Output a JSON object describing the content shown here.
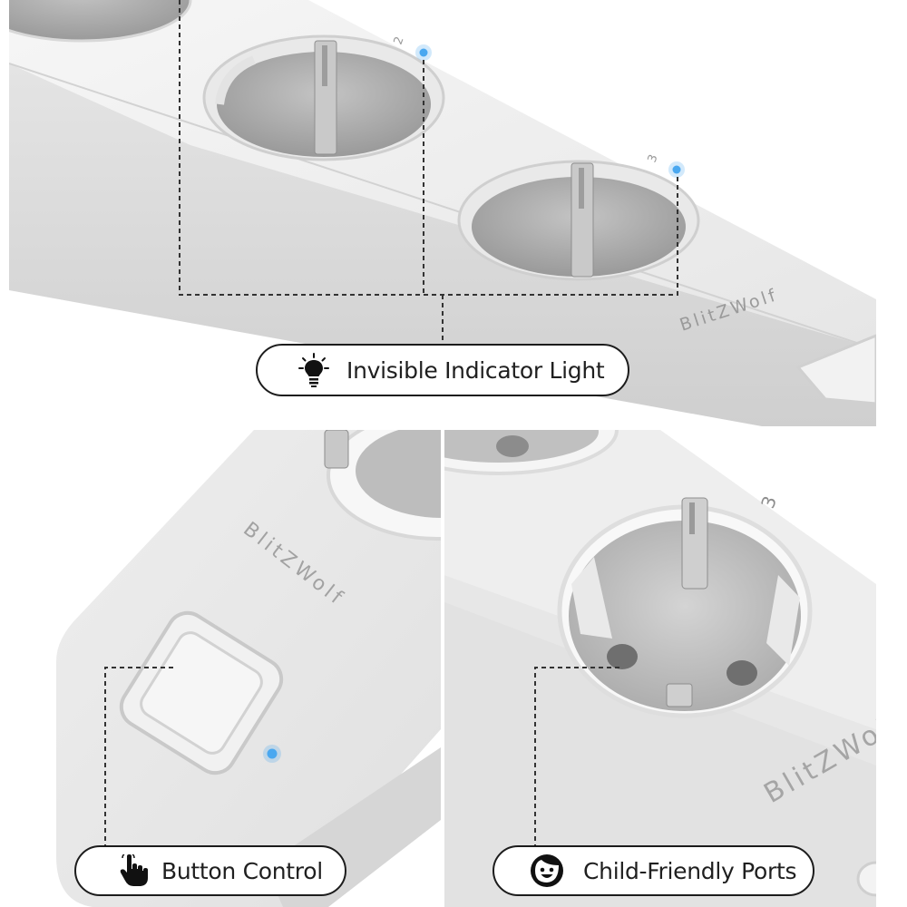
{
  "callouts": {
    "indicator": {
      "label": "Invisible Indicator Light",
      "icon": "lightbulb-icon"
    },
    "button": {
      "label": "Button Control",
      "icon": "pointing-hand-icon"
    },
    "ports": {
      "label": "Child-Friendly Ports",
      "icon": "smiley-face-icon"
    }
  },
  "brand": {
    "logo_text": "BlitZWolf"
  },
  "socket_numbers": {
    "top_socket_2": "2",
    "top_socket_3": "3",
    "bottom_socket_3": "3"
  },
  "colors": {
    "indicator_led": "#4aa8f0",
    "device_body": "#ededed",
    "socket_recess": "#a8a8a8",
    "outline": "#1c1c1c"
  }
}
